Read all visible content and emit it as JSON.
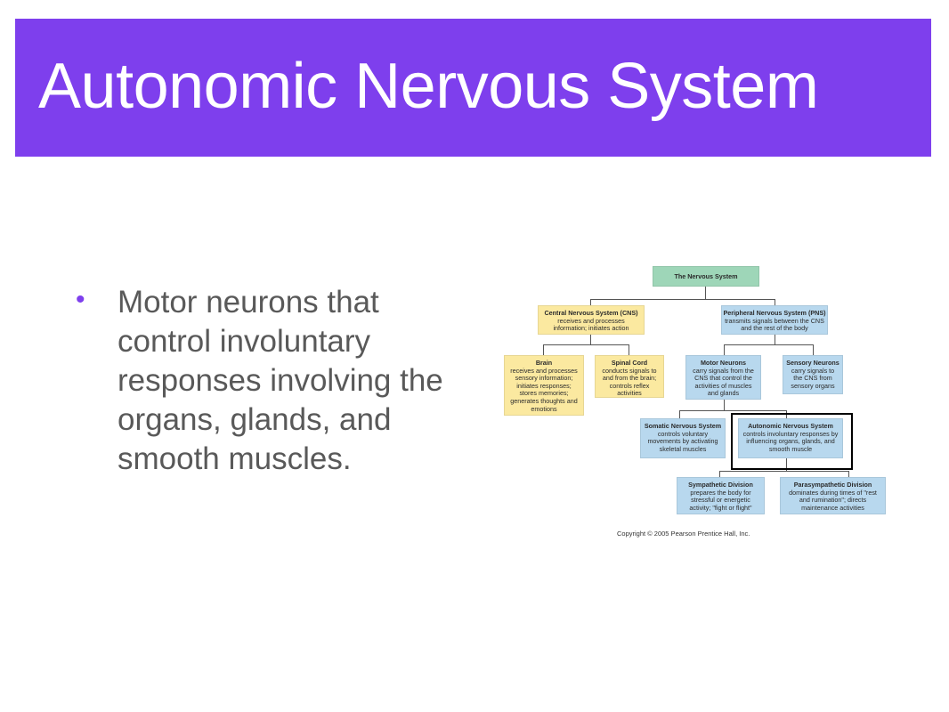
{
  "slide": {
    "title": "Autonomic Nervous System",
    "bullet": "Motor neurons that control involuntary responses involving the organs, glands, and smooth muscles.",
    "bullet_symbol": "•"
  },
  "colors": {
    "title_bg": "#7e3fed",
    "bullet_dot": "#7e3fed",
    "box_top": "#9ed6b8",
    "box_cns": "#fbe9a0",
    "box_pns": "#b8d8ee"
  },
  "diagram": {
    "nervous_system": {
      "title": "The Nervous System"
    },
    "cns": {
      "title": "Central Nervous System (CNS)",
      "desc": "receives and processes information; initiates action"
    },
    "pns": {
      "title": "Peripheral Nervous System (PNS)",
      "desc": "transmits signals between the CNS and the rest of the body"
    },
    "brain": {
      "title": "Brain",
      "desc": "receives and processes sensory information; initiates responses; stores memories; generates thoughts and emotions"
    },
    "spinal": {
      "title": "Spinal Cord",
      "desc": "conducts signals to and from the brain; controls reflex activities"
    },
    "motor": {
      "title": "Motor Neurons",
      "desc": "carry signals from the CNS that control the activities of muscles and glands"
    },
    "sensory": {
      "title": "Sensory Neurons",
      "desc": "carry signals to the CNS from sensory organs"
    },
    "somatic": {
      "title": "Somatic Nervous System",
      "desc": "controls voluntary movements by activating skeletal muscles"
    },
    "autonomic": {
      "title": "Autonomic Nervous System",
      "desc": "controls involuntary responses by influencing organs, glands, and smooth muscle"
    },
    "sympathetic": {
      "title": "Sympathetic Division",
      "desc": "prepares the body for stressful or energetic activity; \"fight or flight\""
    },
    "parasympathetic": {
      "title": "Parasympathetic Division",
      "desc": "dominates during times of \"rest and rumination\"; directs maintenance activities"
    },
    "copyright": "Copyright © 2005 Pearson Prentice Hall, Inc."
  }
}
